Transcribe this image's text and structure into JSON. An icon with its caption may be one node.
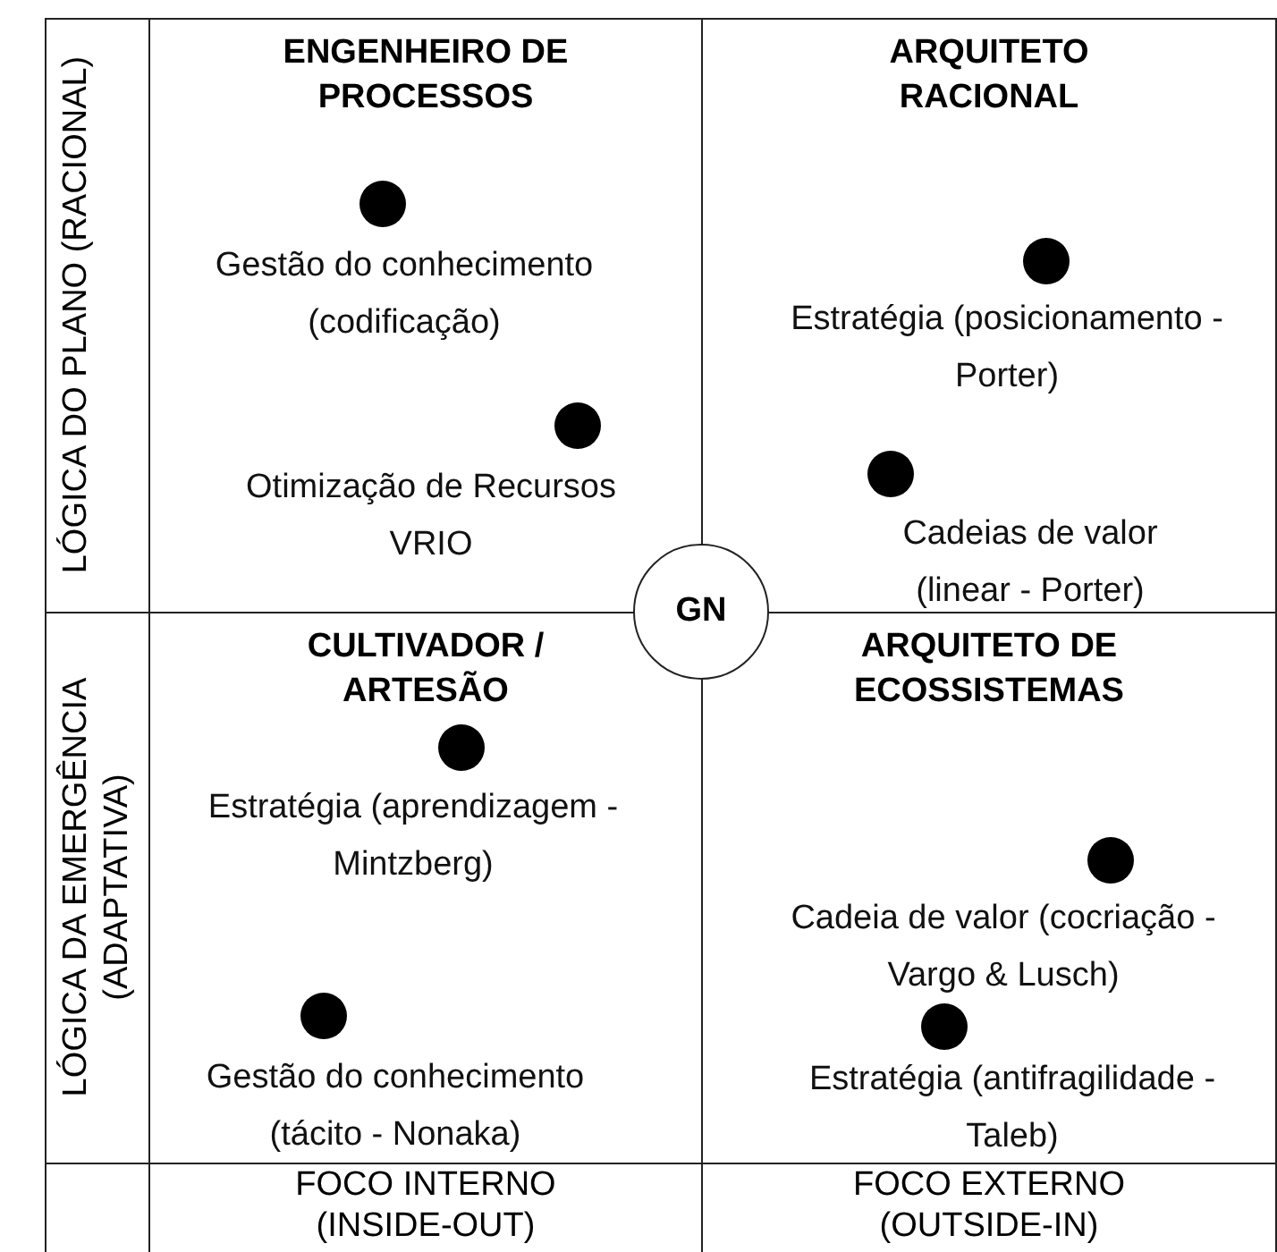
{
  "diagram": {
    "nodes": [
      {
        "text": [
          "ENGENHEIRO DE PROCESSOS"
        ]
      },
      {
        "text": [],
        "shape": "circle",
        "in": 0,
        "beside": [
          "Gestão do conhecimento (codificação)"
        ]
      },
      {
        "text": [],
        "shape": "circle",
        "in": 0,
        "beside": [
          "Otimização de Recursos VRIO"
        ]
      },
      {
        "text": [
          "ARQUITETO RACIONAL"
        ]
      },
      {
        "text": [],
        "shape": "circle",
        "in": 3,
        "beside": [
          "Estratégia (posicionamento - Porter)"
        ]
      },
      {
        "text": [],
        "shape": "circle",
        "in": 3,
        "beside": [
          "Cadeias de valor (linear - Porter)"
        ]
      },
      {
        "text": [
          "GN"
        ]
      },
      {
        "text": [
          "CULTIVADOR / ARTESÃO"
        ]
      },
      {
        "text": [],
        "shape": "circle",
        "in": 7,
        "beside": [
          "Estratégia (aprendizagem - Mintzberg)"
        ]
      },
      {
        "text": [],
        "shape": "circle",
        "in": 7,
        "beside": [
          "Gestão do conhecimento (tácito - Nonaka)"
        ]
      },
      {
        "text": [
          "ARQUITETO DE ECOSSISTEMAS"
        ]
      },
      {
        "text": [],
        "shape": "circle",
        "in": 10,
        "beside": [
          "Cadeia de valor (cocriação - Vargo & Lusch)"
        ]
      },
      {
        "text": [],
        "shape": "circle",
        "in": 10,
        "beside": [
          "Estratégia (antifragilidade - Taleb)"
        ]
      }
    ],
    "edges": [],
    "labels": [
      "LÓGICA DO PLANO (RACIONAL)",
      "LÓGICA DA EMERGÊNCIA (ADAPTATIVA)",
      "FOCO INTERNO (INSIDE-OUT)",
      "FOCO EXTERNO (OUTSIDE-IN)"
    ]
  }
}
